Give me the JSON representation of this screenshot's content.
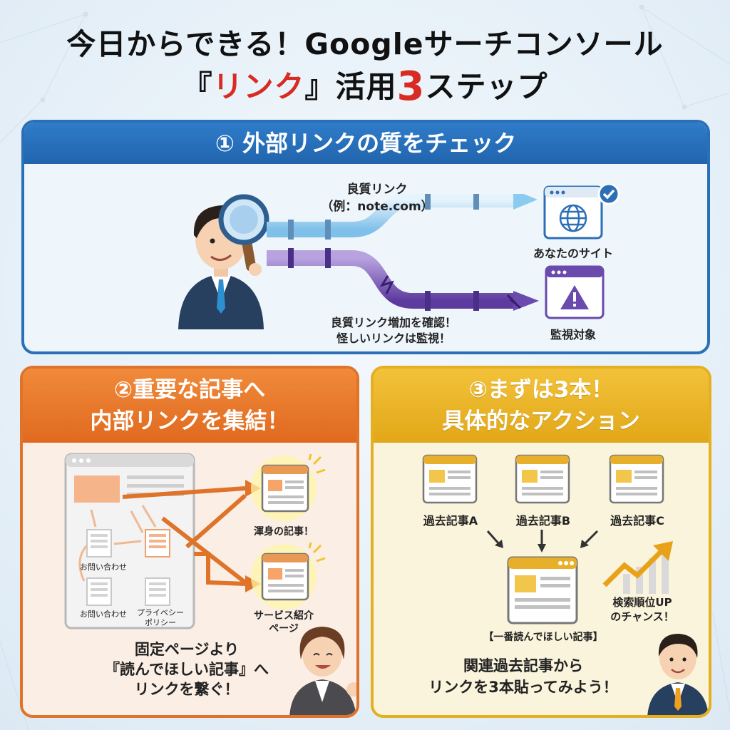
{
  "title": {
    "line1": "今日からできる！Googleサーチコンソール",
    "line2_pre": "『",
    "line2_link": "リンク",
    "line2_mid": "』活用",
    "line2_num": "3",
    "line2_post": "ステップ"
  },
  "step1": {
    "heading": "① 外部リンクの質をチェック",
    "good_label_line1": "良質リンク",
    "good_label_line2": "（例：note.com）",
    "your_site": "あなたのサイト",
    "monitor_target": "監視対象",
    "note_line1": "良質リンク増加を確認！",
    "note_line2": "怪しいリンクは監視！"
  },
  "step2": {
    "heading_line1": "②重要な記事へ",
    "heading_line2": "内部リンクを集結！",
    "page_contact1": "お問い合わせ",
    "page_contact2": "お問い合わせ",
    "page_privacy_line1": "プライベシー",
    "page_privacy_line2": "ポリシー",
    "target1": "渾身の記事！",
    "target2_line1": "サービス紹介",
    "target2_line2": "ページ",
    "bottom_line1": "固定ページより",
    "bottom_line2": "『読んでほしい記事』へ",
    "bottom_line3": "リンクを繋ぐ！"
  },
  "step3": {
    "heading_line1": "③まずは3本！",
    "heading_line2": "具体的なアクション",
    "past_a": "過去記事A",
    "past_b": "過去記事B",
    "past_c": "過去記事C",
    "rank_line1": "検索順位UP",
    "rank_line2": "のチャンス！",
    "main_article": "【一番読んでほしい記事】",
    "bottom_line1": "関連過去記事から",
    "bottom_line2": "リンクを3本貼ってみよう！"
  },
  "colors": {
    "blue": "#2b6fb7",
    "orange": "#e0732a",
    "yellow": "#e5b020",
    "red": "#d82b22",
    "purple": "#7a4fb5"
  },
  "icons": [
    "magnifier-icon",
    "globe-icon",
    "check-badge-icon",
    "warning-icon",
    "browser-window-icon",
    "trend-up-arrow-icon",
    "businessman-avatar",
    "businesswoman-avatar"
  ]
}
